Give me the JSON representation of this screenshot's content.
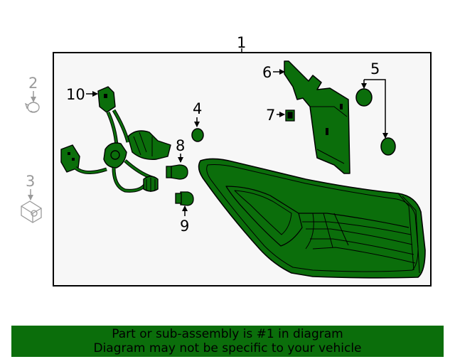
{
  "colors": {
    "part_fill": "#0b6e0b",
    "frame_bg": "#f7f7f7",
    "line": "#000000",
    "ghost": "#9a9a9a"
  },
  "callouts": {
    "c1": "1",
    "c2": "2",
    "c3": "3",
    "c4": "4",
    "c5": "5",
    "c6": "6",
    "c7": "7",
    "c8": "8",
    "c9": "9",
    "c10": "10"
  },
  "banner": {
    "line1": "Part or sub-assembly is #1 in diagram",
    "line2": "Diagram may not be specific to your vehicle"
  }
}
